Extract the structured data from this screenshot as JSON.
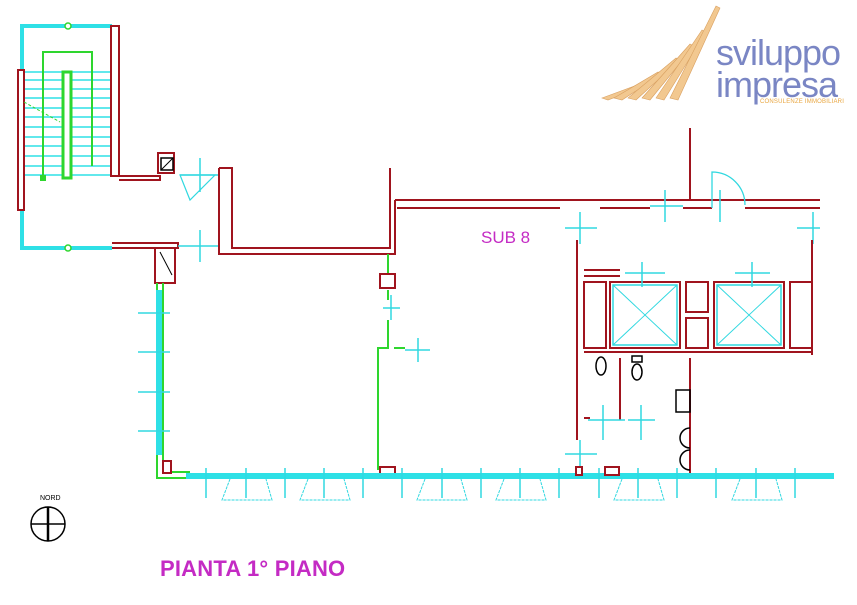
{
  "logo": {
    "line1": "sviluppo",
    "line2": "impresa",
    "tagline": "CONSULENZE IMMOBILIARI",
    "colors": {
      "text": "#7a86c4",
      "bars": "#f2c890",
      "tagline": "#e8a640"
    }
  },
  "plan": {
    "unit_label": "SUB 8",
    "title": "PIANTA 1° PIANO",
    "north_label": "NORD",
    "colors": {
      "walls": "#a0141e",
      "glazing": "#2ee0e6",
      "partitions": "#2ed62e",
      "labels": "#c42bc4"
    }
  }
}
